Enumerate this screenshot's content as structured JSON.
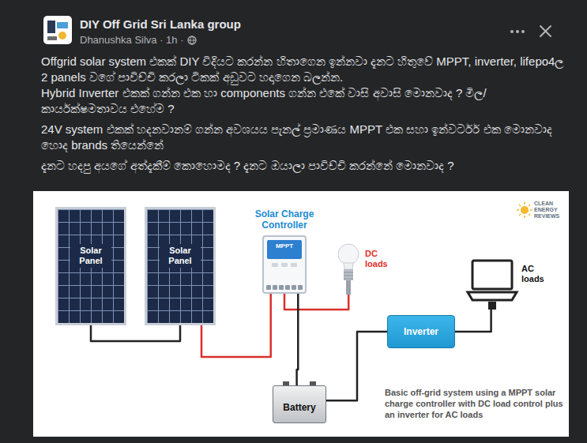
{
  "diagram": {
    "title": "DIY Off Grid Sri Lanka group",
    "caption": "Basic off-grid system using a MPPT solar charge controller with DC load control plus an inverter for AC loads",
    "nodes": [
      {
        "text": [
          "Solar Panel"
        ]
      },
      {
        "text": [
          "Solar Panel"
        ]
      },
      {
        "text": [
          "Solar Charge Controller",
          "MPPT"
        ]
      },
      {
        "text": [
          "DC loads"
        ]
      },
      {
        "text": [
          "Inverter"
        ]
      },
      {
        "text": [
          "AC loads"
        ]
      },
      {
        "text": [
          "Battery"
        ]
      }
    ],
    "edges": [
      {
        "from": 0,
        "to": 1,
        "arrow": "none"
      },
      {
        "from": 1,
        "to": 2,
        "arrow": "none"
      },
      {
        "from": 2,
        "to": 3,
        "arrow": "none"
      },
      {
        "from": 2,
        "to": 6,
        "arrow": "none"
      },
      {
        "from": 6,
        "to": 4,
        "arrow": "none"
      },
      {
        "from": 4,
        "to": 5,
        "arrow": "none"
      }
    ],
    "labels": [
      "Dhanushka Silva · 1h ·",
      "Offgrid solar system එකක් DIY විදියට කරන්න හිතාගෙන ඉන්නවා දැනට හිතුවේ MPPT, inverter, lifepo4ල 2 panels වගේ  පාවිච්චි කරලා ටිකක් අඩුවට හදාගෙන බලන්න.",
      "Hybrid Inverter එකක් ගන්න එක හා components ගන්න එකේ වාසි අවාසි මොනවාද ? මිල/ කාර්යක්ෂමතාවය එහේම ?",
      "24V system එකක් හදනවානම් ගන්න අවශයය පැනල් ප්‍රමාණය MPPT එක සහා ඉන්වර්ටර් එක මොනවාද හොද brands තියෙන්නේ",
      "දැනට හදපු අයගේ අත්දැකීම් කොහොමද ? දැනට ඔයාලා පාවිච්චි කරන්නේ මොනවාද ?",
      "CLEAN ENERGY REVIEWS"
    ]
  }
}
